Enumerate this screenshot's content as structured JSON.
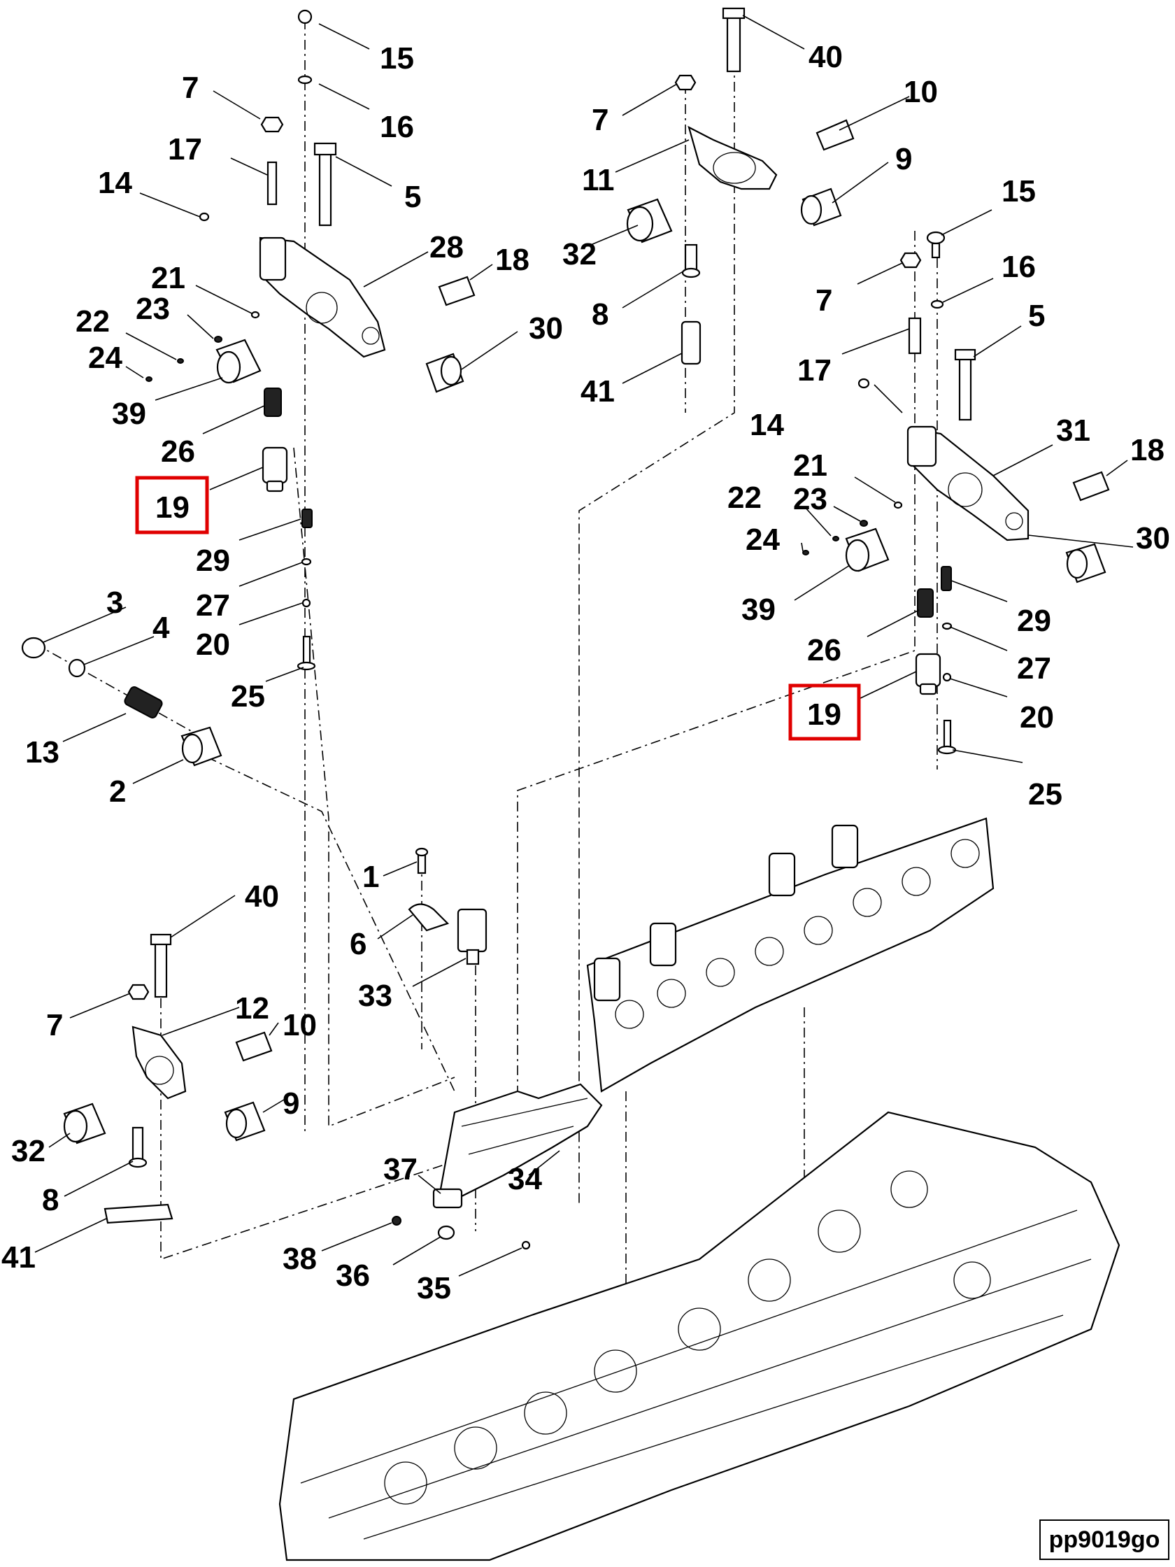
{
  "figure_id": "pp9019go",
  "highlight_color": "#e00000",
  "callouts": [
    {
      "id": "c15a",
      "label": "15"
    },
    {
      "id": "c16a",
      "label": "16"
    },
    {
      "id": "c7a",
      "label": "7"
    },
    {
      "id": "c17a",
      "label": "17"
    },
    {
      "id": "c5a",
      "label": "5"
    },
    {
      "id": "c14a",
      "label": "14"
    },
    {
      "id": "c28",
      "label": "28"
    },
    {
      "id": "c18a",
      "label": "18"
    },
    {
      "id": "c21a",
      "label": "21"
    },
    {
      "id": "c23a",
      "label": "23"
    },
    {
      "id": "c22a",
      "label": "22"
    },
    {
      "id": "c24a",
      "label": "24"
    },
    {
      "id": "c30a",
      "label": "30"
    },
    {
      "id": "c39a",
      "label": "39"
    },
    {
      "id": "c26a",
      "label": "26"
    },
    {
      "id": "c19a",
      "label": "19"
    },
    {
      "id": "c29a",
      "label": "29"
    },
    {
      "id": "c27a",
      "label": "27"
    },
    {
      "id": "c20a",
      "label": "20"
    },
    {
      "id": "c25a",
      "label": "25"
    },
    {
      "id": "c3",
      "label": "3"
    },
    {
      "id": "c4",
      "label": "4"
    },
    {
      "id": "c13",
      "label": "13"
    },
    {
      "id": "c2",
      "label": "2"
    },
    {
      "id": "c40a",
      "label": "40"
    },
    {
      "id": "c7b",
      "label": "7"
    },
    {
      "id": "c10a",
      "label": "10"
    },
    {
      "id": "c11",
      "label": "11"
    },
    {
      "id": "c9a",
      "label": "9"
    },
    {
      "id": "c32a",
      "label": "32"
    },
    {
      "id": "c8a",
      "label": "8"
    },
    {
      "id": "c41a",
      "label": "41"
    },
    {
      "id": "c15b",
      "label": "15"
    },
    {
      "id": "c16b",
      "label": "16"
    },
    {
      "id": "c7c",
      "label": "7"
    },
    {
      "id": "c5b",
      "label": "5"
    },
    {
      "id": "c17b",
      "label": "17"
    },
    {
      "id": "c14b",
      "label": "14"
    },
    {
      "id": "c31",
      "label": "31"
    },
    {
      "id": "c18b",
      "label": "18"
    },
    {
      "id": "c21b",
      "label": "21"
    },
    {
      "id": "c22b",
      "label": "22"
    },
    {
      "id": "c23b",
      "label": "23"
    },
    {
      "id": "c24b",
      "label": "24"
    },
    {
      "id": "c30b",
      "label": "30"
    },
    {
      "id": "c39b",
      "label": "39"
    },
    {
      "id": "c29b",
      "label": "29"
    },
    {
      "id": "c26b",
      "label": "26"
    },
    {
      "id": "c27b",
      "label": "27"
    },
    {
      "id": "c19b",
      "label": "19"
    },
    {
      "id": "c20b",
      "label": "20"
    },
    {
      "id": "c25b",
      "label": "25"
    },
    {
      "id": "c1",
      "label": "1"
    },
    {
      "id": "c6",
      "label": "6"
    },
    {
      "id": "c33",
      "label": "33"
    },
    {
      "id": "c40b",
      "label": "40"
    },
    {
      "id": "c7d",
      "label": "7"
    },
    {
      "id": "c12",
      "label": "12"
    },
    {
      "id": "c10b",
      "label": "10"
    },
    {
      "id": "c9b",
      "label": "9"
    },
    {
      "id": "c32b",
      "label": "32"
    },
    {
      "id": "c8b",
      "label": "8"
    },
    {
      "id": "c41b",
      "label": "41"
    },
    {
      "id": "c37",
      "label": "37"
    },
    {
      "id": "c34",
      "label": "34"
    },
    {
      "id": "c38",
      "label": "38"
    },
    {
      "id": "c36",
      "label": "36"
    },
    {
      "id": "c35",
      "label": "35"
    }
  ]
}
